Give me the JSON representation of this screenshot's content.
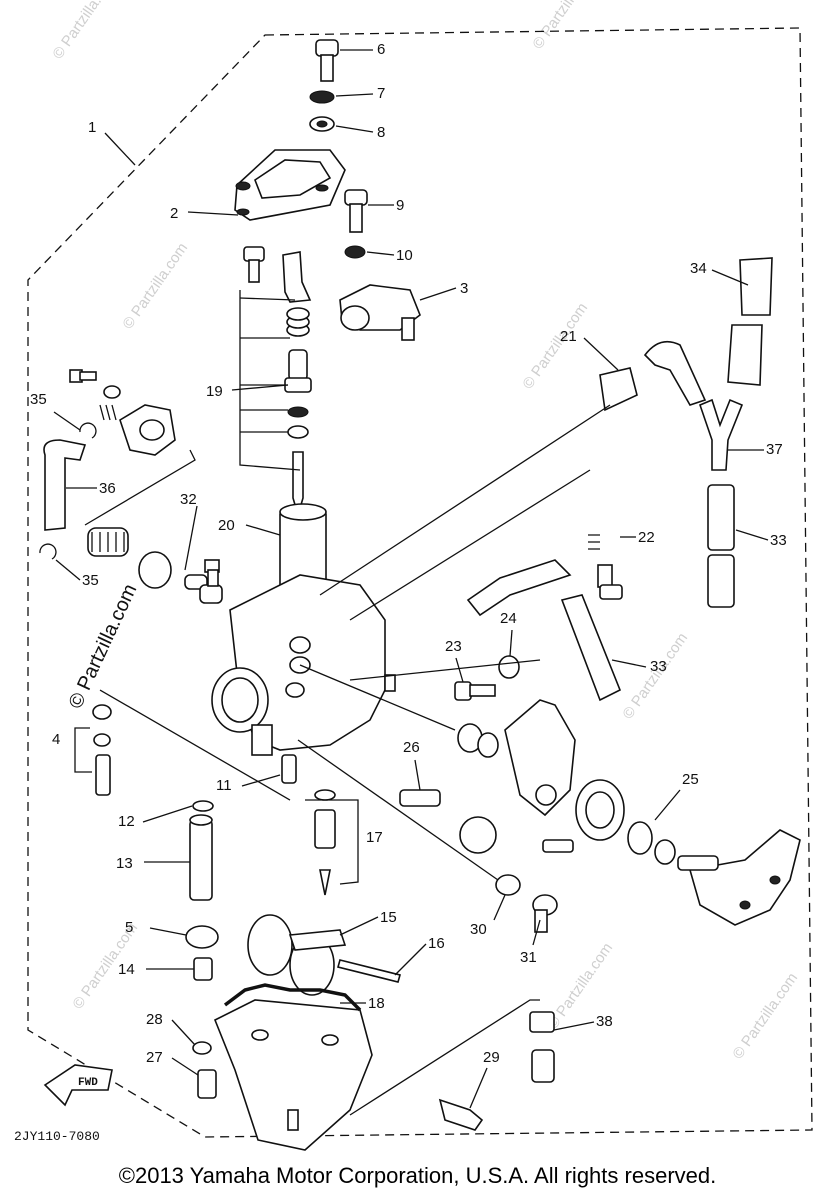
{
  "diagram": {
    "callouts": [
      "1",
      "2",
      "3",
      "4",
      "5",
      "6",
      "7",
      "8",
      "9",
      "10",
      "11",
      "12",
      "13",
      "14",
      "15",
      "16",
      "17",
      "18",
      "19",
      "20",
      "21",
      "22",
      "23",
      "24",
      "25",
      "26",
      "27",
      "28",
      "29",
      "30",
      "31",
      "32",
      "33",
      "33",
      "34",
      "35",
      "35",
      "36",
      "37",
      "38"
    ],
    "part_code": "2JY110-7080",
    "fwd_label": "FWD",
    "watermark": "© Partzilla.com"
  },
  "footer": {
    "copyright": "©2013 Yamaha Motor Corporation, U.S.A. All rights reserved."
  }
}
